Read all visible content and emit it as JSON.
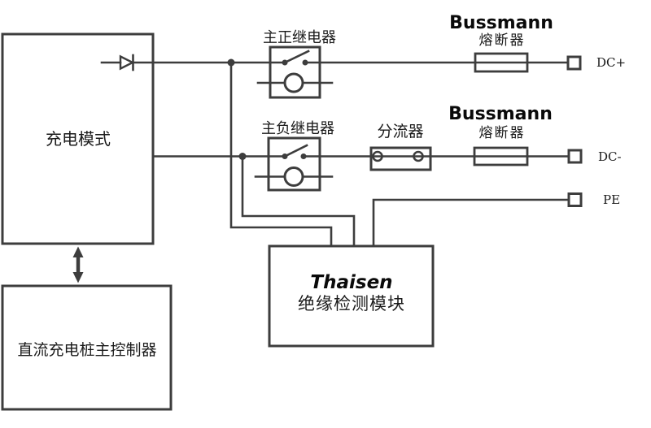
{
  "colors": {
    "line": "#3d3d3d",
    "text": "#1a1a1a",
    "background": "#ffffff"
  },
  "blocks": {
    "charge_mode": {
      "label": "充电模式"
    },
    "main_controller": {
      "label": "直流充电桩主控制器"
    },
    "insulation_module": {
      "brand": "Thaisen",
      "label": "绝缘检测模块"
    }
  },
  "components": {
    "relay_positive": {
      "label": "主正继电器"
    },
    "relay_negative": {
      "label": "主负继电器"
    },
    "shunt": {
      "label": "分流器"
    },
    "fuse_dc_plus": {
      "brand": "Bussmann",
      "label": "熔断器"
    },
    "fuse_dc_minus": {
      "brand": "Bussmann",
      "label": "熔断器"
    }
  },
  "terminals": {
    "dc_plus": "DC+",
    "dc_minus": "DC-",
    "pe": "PE"
  }
}
